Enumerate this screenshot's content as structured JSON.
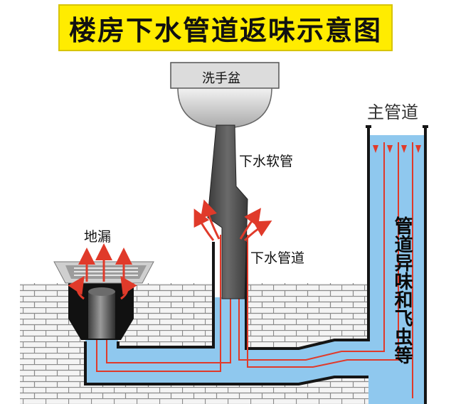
{
  "title": "楼房下水管道返味示意图",
  "labels": {
    "basin": "洗手盆",
    "soft_pipe": "下水软管",
    "main_pipe": "主管道",
    "floor_drain": "地漏",
    "drain_pipe": "下水管道",
    "side_text": "管道异味和飞虫等"
  },
  "colors": {
    "title_bg": "#ffec00",
    "water": "#8fc8ee",
    "pipe_wall": "#151515",
    "arrow": "#e03a2a",
    "brick": "#f4f4f4"
  }
}
